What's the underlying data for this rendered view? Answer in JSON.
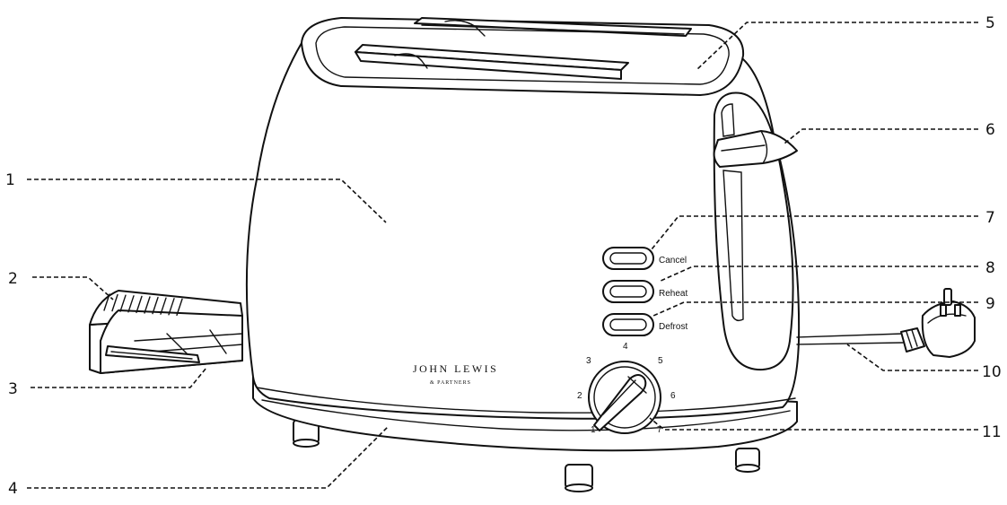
{
  "callouts": [
    "1",
    "2",
    "3",
    "4",
    "5",
    "6",
    "7",
    "8",
    "9",
    "10",
    "11"
  ],
  "buttons": {
    "cancel": "Cancel",
    "reheat": "Reheat",
    "defrost": "Defrost"
  },
  "dial": {
    "numbers": [
      "1",
      "2",
      "3",
      "4",
      "5",
      "6",
      "7"
    ]
  },
  "brand": {
    "name": "JOHN LEWIS",
    "sub": "& PARTNERS"
  }
}
